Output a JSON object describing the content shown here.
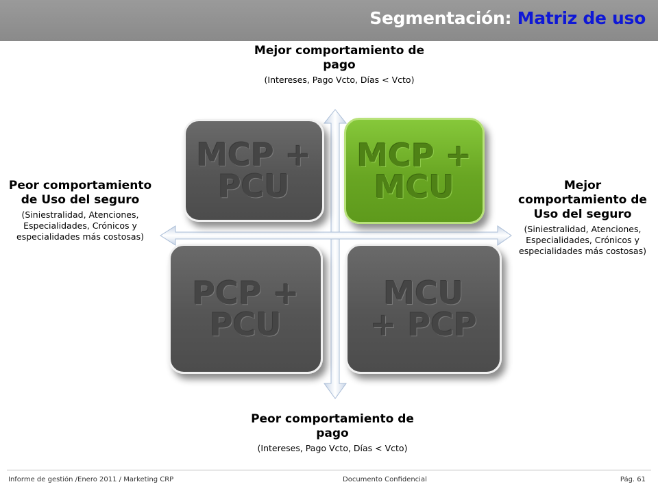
{
  "header": {
    "title_prefix": "Segmentación: ",
    "title_highlight": "Matriz de uso"
  },
  "labels": {
    "top": {
      "title": "Mejor comportamiento de pago",
      "detail": "(Intereses, Pago Vcto, Días < Vcto)"
    },
    "bottom": {
      "title": "Peor comportamiento de pago",
      "detail": "(Intereses, Pago Vcto, Días < Vcto)"
    },
    "left": {
      "title": "Peor comportamiento de Uso del seguro",
      "detail": "(Siniestralidad, Atenciones, Especialidades, Crónicos y especialidades más costosas)"
    },
    "right": {
      "title": "Mejor comportamiento de Uso del seguro",
      "detail": "(Siniestralidad, Atenciones, Especialidades, Crónicos y especialidades más costosas)"
    }
  },
  "quadrants": {
    "top_left": "MCP +\nPCU",
    "top_right": "MCP +\nMCU",
    "bottom_left": "PCP +\nPCU",
    "bottom_right": "MCU\n+ PCP"
  },
  "colors": {
    "highlight": "#0f18d6",
    "green": "#6aa823",
    "gray": "#555555"
  },
  "footer": {
    "left": "Informe de gestión /Enero 2011 / Marketing CRP",
    "center": "Documento Confidencial",
    "right": "Pág. 61"
  }
}
